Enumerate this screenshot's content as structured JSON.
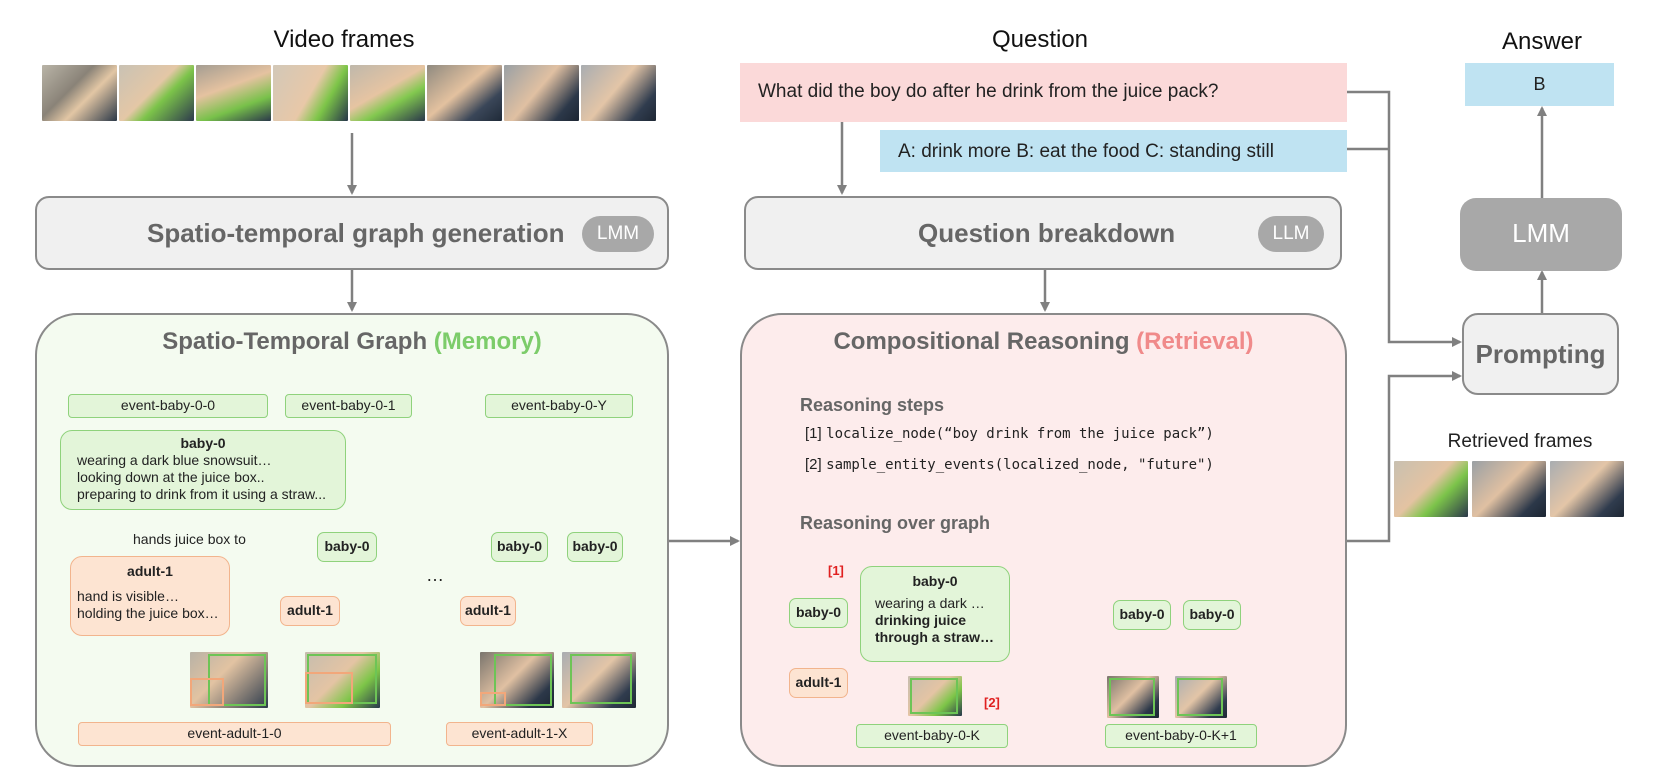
{
  "headers": {
    "video_frames": "Video frames",
    "question": "Question",
    "answer": "Answer",
    "retrieved_frames": "Retrieved frames"
  },
  "question_text": "What did the boy do after he drink from the juice pack?",
  "options_text": "A: drink more B: eat the food C: standing still",
  "answer_value": "B",
  "modules": {
    "stg_generation": "Spatio-temporal graph generation",
    "stg_badge": "LMM",
    "question_breakdown": "Question breakdown",
    "qb_badge": "LLM",
    "lmm": "LMM",
    "prompting": "Prompting"
  },
  "left_panel": {
    "title": "Spatio-Temporal Graph",
    "title_tag": "(Memory)",
    "events_top": [
      "event-baby-0-0",
      "event-baby-0-1",
      "event-baby-0-Y"
    ],
    "events_bottom": [
      "event-adult-1-0",
      "event-adult-1-X"
    ],
    "baby_card": {
      "name": "baby-0",
      "lines": [
        "wearing a dark blue snowsuit…",
        "looking down at the juice box..",
        "preparing to drink from it using a straw..."
      ]
    },
    "adult_card": {
      "name": "adult-1",
      "lines": [
        "hand is visible…",
        "holding the juice box…"
      ]
    },
    "relation": "hands juice box to",
    "nodes": [
      "baby-0",
      "adult-1",
      "baby-0",
      "baby-0",
      "adult-1"
    ],
    "ellipsis": "…"
  },
  "right_panel": {
    "title": "Compositional Reasoning",
    "title_tag": "(Retrieval)",
    "steps_heading": "Reasoning steps",
    "steps": [
      {
        "num": "[1]",
        "code": "localize_node(“boy drink from the juice pack”)"
      },
      {
        "num": "[2]",
        "code": "sample_entity_events(localized_node, \"future\")"
      }
    ],
    "graph_heading": "Reasoning over graph",
    "marker1": "[1]",
    "marker2": "[2]",
    "card": {
      "name": "baby-0",
      "line1": "wearing a dark …",
      "line2": "drinking juice",
      "line3": "through a straw…"
    },
    "nodes": [
      "baby-0",
      "adult-1",
      "baby-0",
      "baby-0"
    ],
    "events": [
      "event-baby-0-K",
      "event-baby-0-K+1"
    ]
  },
  "colors": {
    "green_fill": "#e3f5d9",
    "green_stroke": "#8fd27c",
    "orange_fill": "#fde4d2",
    "orange_stroke": "#f2b48d",
    "memory_panel": "#f4fbf0",
    "retrieval_panel": "#fdecec",
    "question_bg": "#fbd9d9",
    "options_bg": "#bfe3f2",
    "highlight_red": "#e02020"
  }
}
